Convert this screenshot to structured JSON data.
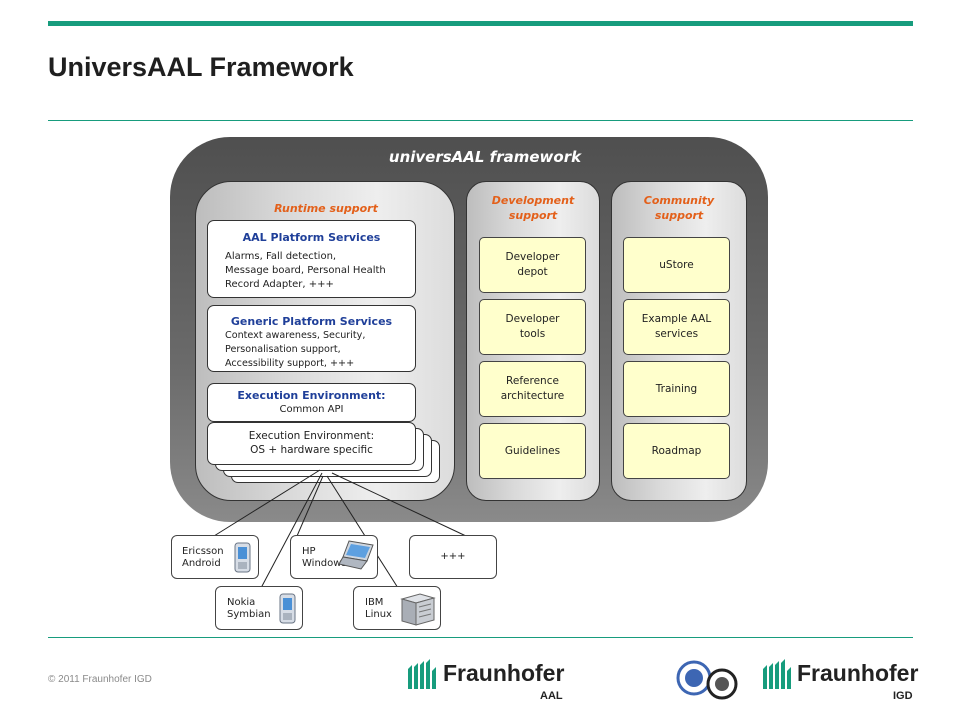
{
  "slide": {
    "title": "UniversAAL Framework",
    "copyright": "© 2011 Fraunhofer IGD",
    "accent_color": "#179c7d"
  },
  "framework": {
    "title": "universAAL framework",
    "runtime": {
      "title": "Runtime  support",
      "aal_platform": {
        "heading": "AAL Platform Services",
        "lines": [
          "Alarms, Fall detection,",
          "Message board, Personal Health",
          "Record Adapter, +++"
        ]
      },
      "generic_platform": {
        "heading": "Generic Platform Services",
        "lines": [
          "Context awareness, Security,",
          "Personalisation support,",
          "Accessibility support, +++"
        ]
      },
      "exec_common": {
        "heading": "Execution Environment:",
        "subtitle": "Common API"
      },
      "exec_os": {
        "line1": "Execution  Environment:",
        "line2": "OS + hardware specific"
      }
    },
    "development": {
      "title_line1": "Development",
      "title_line2": "support",
      "items": [
        {
          "line1": "Developer",
          "line2": "depot"
        },
        {
          "line1": "Developer",
          "line2": "tools"
        },
        {
          "line1": "Reference",
          "line2": "architecture"
        },
        {
          "line1": "Guidelines",
          "line2": ""
        }
      ]
    },
    "community": {
      "title_line1": "Community",
      "title_line2": "support",
      "items": [
        {
          "line1": "uStore",
          "line2": ""
        },
        {
          "line1": "Example  AAL",
          "line2": "services"
        },
        {
          "line1": "Training",
          "line2": ""
        },
        {
          "line1": "Roadmap",
          "line2": ""
        }
      ]
    }
  },
  "devices": [
    {
      "line1": "Ericsson",
      "line2": "Android",
      "icon": "phone-icon"
    },
    {
      "line1": "HP",
      "line2": "Windows",
      "icon": "laptop-icon"
    },
    {
      "line1": "+++",
      "line2": "",
      "icon": ""
    },
    {
      "line1": "Nokia",
      "line2": "Symbian",
      "icon": "phone-icon"
    },
    {
      "line1": "IBM",
      "line2": "Linux",
      "icon": "server-icon"
    }
  ],
  "logos": {
    "aal": {
      "name": "Fraunhofer",
      "sub": "AAL"
    },
    "igd": {
      "name": "Fraunhofer",
      "sub": "IGD"
    }
  }
}
